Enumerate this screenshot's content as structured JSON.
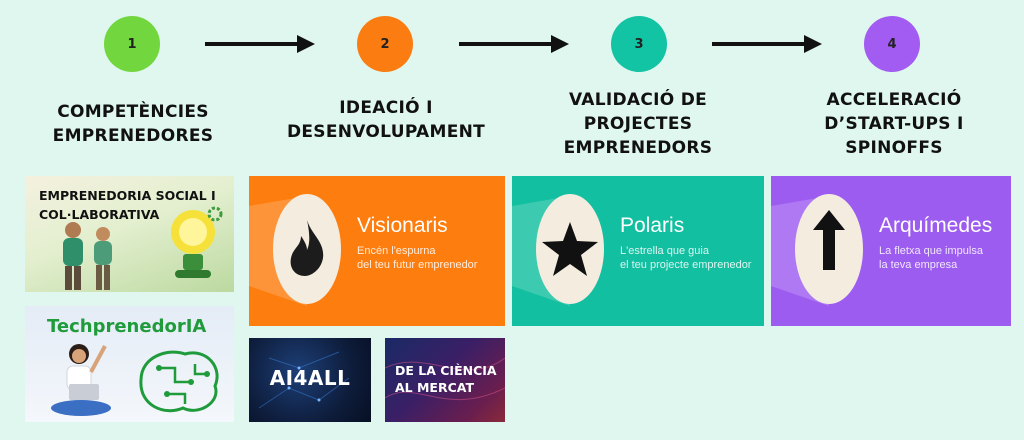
{
  "steps": [
    {
      "number": "1",
      "title_lines": [
        "COMPETÈNCIES",
        "EMPRENEDORES"
      ],
      "color": "#72d63f"
    },
    {
      "number": "2",
      "title_lines": [
        "IDEACIÓ I",
        "DESENVOLUPAMENT"
      ],
      "color": "#fb7d12"
    },
    {
      "number": "3",
      "title_lines": [
        "VALIDACIÓ DE",
        "PROJECTES",
        "EMPRENEDORS"
      ],
      "color": "#12c3a4"
    },
    {
      "number": "4",
      "title_lines": [
        "ACCELERACIÓ",
        "D’START-UPS I",
        "SPINOFFS"
      ],
      "color": "#a25cf2"
    }
  ],
  "programs": {
    "social": {
      "title_lines": [
        "EMPRENEDORIA SOCIAL I",
        "COL·LABORATIVA"
      ]
    },
    "techprenedoria": {
      "title": "TechprenedorIA"
    },
    "visionaris": {
      "name": "Visionaris",
      "tagline_lines": [
        "Encén l'espurna",
        "del teu futur emprenedor"
      ],
      "color": "#fd7d0e"
    },
    "polaris": {
      "name": "Polaris",
      "tagline_lines": [
        "L'estrella que guia",
        "el teu projecte emprenedor"
      ],
      "color": "#12bfa0"
    },
    "arquimedes": {
      "name": "Arquímedes",
      "tagline_lines": [
        "La fletxa que impulsa",
        "la teva empresa"
      ],
      "color": "#9d5cf0"
    },
    "ai4all": {
      "title": "AI4ALL"
    },
    "ciencia": {
      "title_lines": [
        "DE LA CIÈNCIA",
        "AL MERCAT"
      ]
    }
  }
}
